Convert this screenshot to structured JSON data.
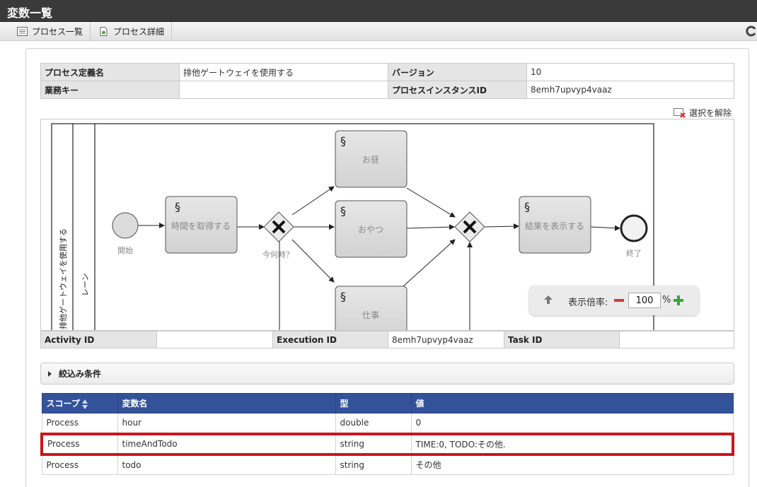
{
  "window": {
    "title": "変数一覧"
  },
  "toolbar": {
    "process_list": "プロセス一覧",
    "process_detail": "プロセス詳細"
  },
  "info": {
    "def_name_label": "プロセス定義名",
    "def_name_value": "排他ゲートウェイを使用する",
    "version_label": "バージョン",
    "version_value": "10",
    "biz_key_label": "業務キー",
    "biz_key_value": "",
    "instance_id_label": "プロセスインスタンスID",
    "instance_id_value": "8emh7upvyp4vaaz"
  },
  "unselect_label": "選択を解除",
  "diagram": {
    "pool_label": "排他ゲートウェイを使用する",
    "lane_label": "レーン",
    "start_label": "開始",
    "end_label": "終了",
    "task_get_time": "時間を取得する",
    "gateway_label": "今何時？",
    "task_lunch": "お昼",
    "task_snack": "おやつ",
    "task_work": "仕事",
    "task_show": "結果を表示する"
  },
  "zoom": {
    "label": "表示倍率:",
    "value": "100",
    "unit": "%"
  },
  "ids": {
    "activity_label": "Activity ID",
    "activity_value": "",
    "execution_label": "Execution ID",
    "execution_value": "8emh7upvyp4vaaz",
    "task_label": "Task ID",
    "task_value": ""
  },
  "filter_label": "絞込み条件",
  "vars": {
    "headers": [
      "スコープ",
      "変数名",
      "型",
      "値"
    ],
    "rows": [
      [
        "Process",
        "hour",
        "double",
        "0"
      ],
      [
        "Process",
        "timeAndTodo",
        "string",
        "TIME:0, TODO:その他."
      ],
      [
        "Process",
        "todo",
        "string",
        "その他"
      ]
    ]
  },
  "colors": {
    "header_blue": "#34529a",
    "highlight_red": "#c8161d",
    "titlebar": "#3a3a3a"
  }
}
